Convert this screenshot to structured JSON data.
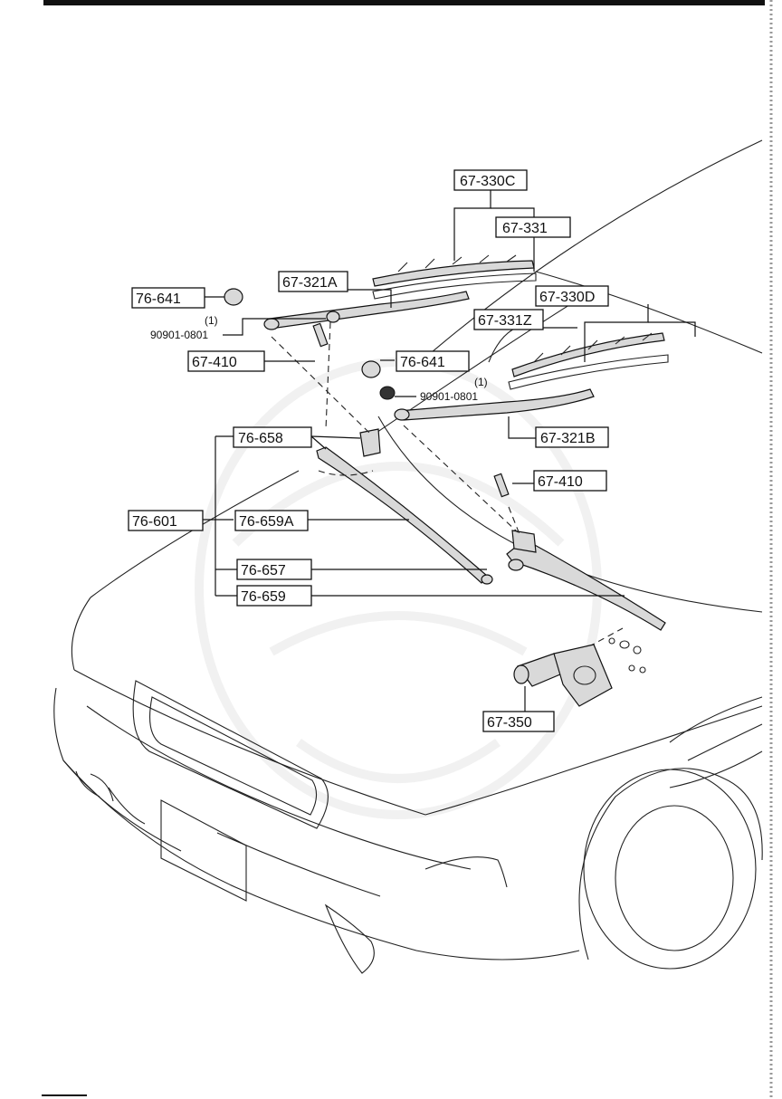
{
  "parts": {
    "p67_330C": "67-330C",
    "p67_331": "67-331",
    "p67_321A": "67-321A",
    "p76_641_left": "76-641",
    "p90901_left": "90901-0801",
    "qty_left": "(1)",
    "p67_410_left": "67-410",
    "p67_330D": "67-330D",
    "p67_331Z": "67-331Z",
    "p76_641_right": "76-641",
    "p90901_right": "90901-0801",
    "qty_right": "(1)",
    "p67_321B": "67-321B",
    "p67_410_right": "67-410",
    "p76_658": "76-658",
    "p76_601": "76-601",
    "p76_659A": "76-659A",
    "p76_657": "76-657",
    "p76_659": "76-659",
    "p67_350": "67-350"
  }
}
